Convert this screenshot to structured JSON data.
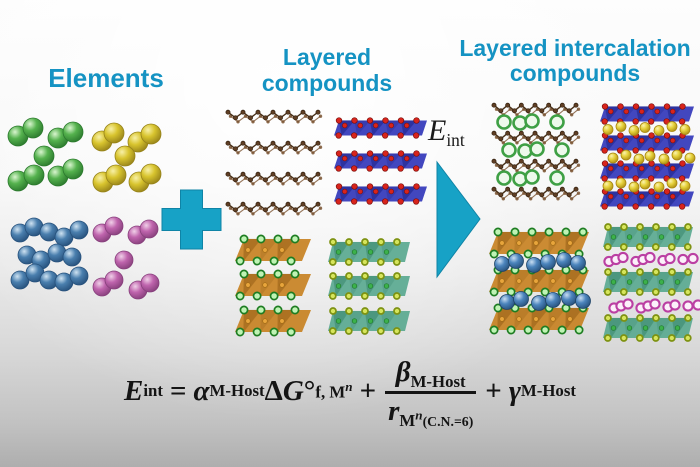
{
  "titles": {
    "elements": "Elements",
    "layered_line1": "Layered",
    "layered_line2": "compounds",
    "intercalation_line1": "Layered intercalation",
    "intercalation_line2": "compounds"
  },
  "arrow_label": {
    "symbol": "E",
    "subscript": "int"
  },
  "equation": {
    "E": "E",
    "E_sub": "int",
    "equals": "=",
    "alpha": "α",
    "alpha_sub": "M-Host",
    "delta": "Δ",
    "G": "G",
    "degree": "°",
    "G_sub": "f, M",
    "G_sub_exp": "n",
    "plus_1": "+",
    "beta": "β",
    "beta_sub": "M-Host",
    "r": "r",
    "r_sub": "M",
    "r_sub_exp": "n",
    "r_condition": "(C.N.=6)",
    "plus_2": "+",
    "gamma": "γ",
    "gamma_sub": "M-Host"
  },
  "colors": {
    "title_text": "#1593c3",
    "formula_text": "#141414",
    "background_top": "#fdfdfd",
    "background_bottom": "#aeaeae"
  },
  "scene": {
    "plus_color": "#17a2c6",
    "arrow_color": "#17a2c6",
    "shape_edge_color": "#0f84a6",
    "element_clusters": [
      {
        "name": "green-element-cluster",
        "atoms": 9,
        "light": "#d9f5cf",
        "base": "#55b24e",
        "dark": "#2c7a2e"
      },
      {
        "name": "yellow-element-cluster",
        "atoms": 9,
        "light": "#f8f0a6",
        "base": "#d8c42e",
        "dark": "#97831a"
      },
      {
        "name": "blue-element-cluster",
        "atoms": 14,
        "light": "#cfe3f2",
        "base": "#4a7fae",
        "dark": "#27517c"
      },
      {
        "name": "pink-element-cluster",
        "atoms": 9,
        "light": "#f0d0e8",
        "base": "#bf64ad",
        "dark": "#87407c"
      }
    ],
    "host_structures": [
      {
        "name": "graphite-host",
        "kind": "chain",
        "layers": 4,
        "bond_color": "#4a3119",
        "atom_color": "#5f3e24",
        "atom_edge": "#33200e",
        "back_strand_color": "#7a5331"
      },
      {
        "name": "blue-oxide-host",
        "kind": "slab",
        "layers": 3,
        "slab_color": "#2d33b8",
        "facet_color": "#141a7c",
        "edge_atom_color": "#d8241c",
        "edge_atom_dark": "#7c0f0b"
      },
      {
        "name": "orange-host",
        "kind": "slab",
        "layers": 3,
        "slab_color": "#c67f1e",
        "facet_color": "#8a5610",
        "edge_atom_color": "#bff3b4",
        "edge_atom_dark": "#1e7d22",
        "core_atom_color": "#e8a53c",
        "core_atom_dark": "#a06a14"
      },
      {
        "name": "teal-host",
        "kind": "slab",
        "layers": 3,
        "slab_color": "#57a78e",
        "facet_color": "#2f7d63",
        "edge_atom_color": "#d6e55c",
        "edge_atom_dark": "#7e9212",
        "core_atom_color": "#3cb14c",
        "core_atom_dark": "#1f7a2a"
      }
    ],
    "intercalated_structures": [
      {
        "name": "graphite-intercalated",
        "host": "graphite-host",
        "guest_style": "ring",
        "guest_color": "#3fa045",
        "guest_fill": "#eef9ec"
      },
      {
        "name": "blue-oxide-intercalated",
        "host": "blue-oxide-host",
        "guest_style": "sphere",
        "guest_light": "#fbf3b0",
        "guest_base": "#e6d23c",
        "guest_dark": "#ad8f14",
        "guest_edge": "#a8860f"
      },
      {
        "name": "orange-intercalated",
        "host": "orange-host",
        "guest_style": "sphere",
        "guest_light": "#c9def2",
        "guest_base": "#4c85bd",
        "guest_dark": "#27517c",
        "guest_edge": "#1f4468"
      },
      {
        "name": "teal-intercalated",
        "host": "teal-host",
        "guest_style": "ring",
        "guest_color": "#bb3fa3",
        "guest_fill": "#fcf0fa"
      }
    ]
  }
}
